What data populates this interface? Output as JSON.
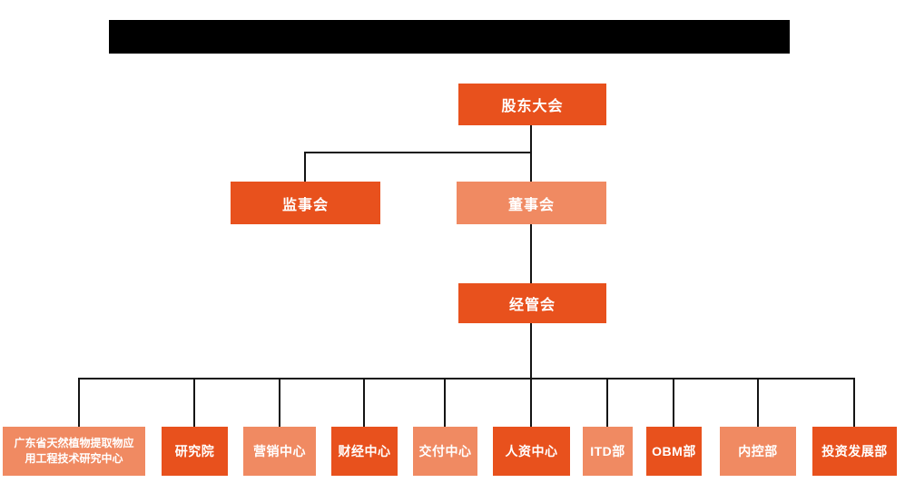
{
  "colors": {
    "dark": "#E8511D",
    "light": "#F08A62",
    "line": "#141414",
    "redaction": "#000000"
  },
  "org_chart": {
    "root": {
      "label": "股东大会",
      "variant": "dark"
    },
    "level2": [
      {
        "label": "监事会",
        "variant": "dark"
      },
      {
        "label": "董事会",
        "variant": "light"
      }
    ],
    "level3": {
      "label": "经管会",
      "variant": "dark"
    },
    "departments": [
      {
        "label": "广东省天然植物提取物应",
        "label2": "用工程技术研究中心",
        "variant": "light"
      },
      {
        "label": "研究院",
        "variant": "dark"
      },
      {
        "label": "营销中心",
        "variant": "light"
      },
      {
        "label": "财经中心",
        "variant": "dark"
      },
      {
        "label": "交付中心",
        "variant": "light"
      },
      {
        "label": "人资中心",
        "variant": "dark"
      },
      {
        "label": "ITD部",
        "variant": "light"
      },
      {
        "label": "OBM部",
        "variant": "dark"
      },
      {
        "label": "内控部",
        "variant": "light"
      },
      {
        "label": "投资发展部",
        "variant": "dark"
      }
    ]
  }
}
